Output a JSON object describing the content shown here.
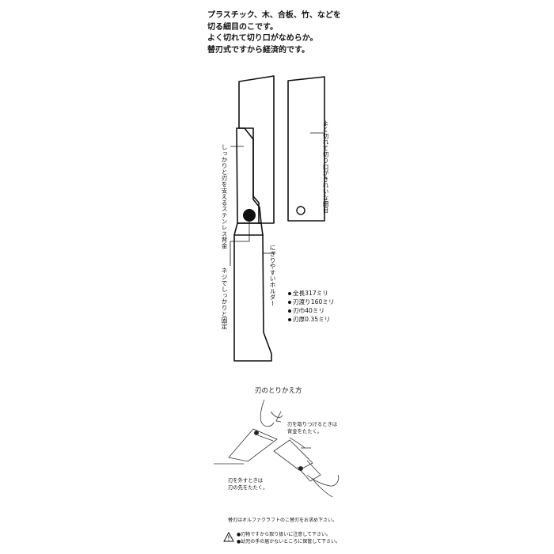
{
  "intro": {
    "lines": [
      "プラスチック、木、合板、竹、などを",
      "切る細目のこです。",
      "よく切れて切り口がなめらか。",
      "替刃式ですから経済的です。"
    ]
  },
  "callouts": {
    "blade_spare": "よく切れて切り口がきれいな細目",
    "stainless_holder": "しっかりと刃を支えるステンレス背金",
    "screw": "ネジでしっかりと固定",
    "grip": "にぎりやすいホルダー"
  },
  "specs": [
    "全長317ミリ",
    "刃渡り160ミリ",
    "刃巾40ミリ",
    "刃厚0.35ミリ"
  ],
  "replace": {
    "title": "刃のとりかえ方",
    "attach_note": [
      "刃を取りつけるときは",
      "背金をたたく。"
    ],
    "remove_note": [
      "刃を外すときは",
      "刃の先をたたく。"
    ]
  },
  "footer": {
    "spare_blade": "替刃はオルファクラフトのこ替刃をお求め下さい。",
    "warning_1": "●刃物ですから取り扱いに注意して下さい。",
    "warning_2": "●幼児の手の届かないところに保管して下さい。"
  },
  "colors": {
    "ink": "#111111",
    "background": "#ffffff"
  }
}
